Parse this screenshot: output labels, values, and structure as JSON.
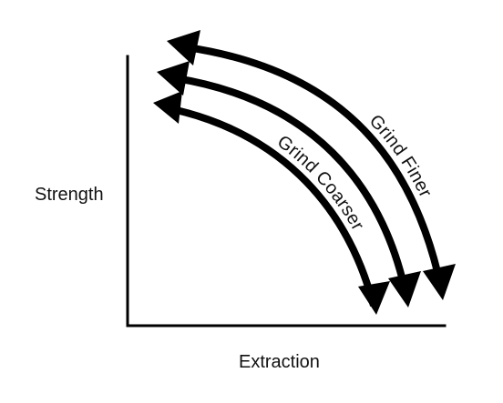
{
  "axes": {
    "y_label": "Strength",
    "x_label": "Extraction"
  },
  "arrows": {
    "outer_label": "Grind Finer",
    "inner_label": "Grind Coarser",
    "count": 3,
    "direction": "double-headed"
  },
  "colors": {
    "ink": "#000000",
    "background": "#ffffff"
  }
}
